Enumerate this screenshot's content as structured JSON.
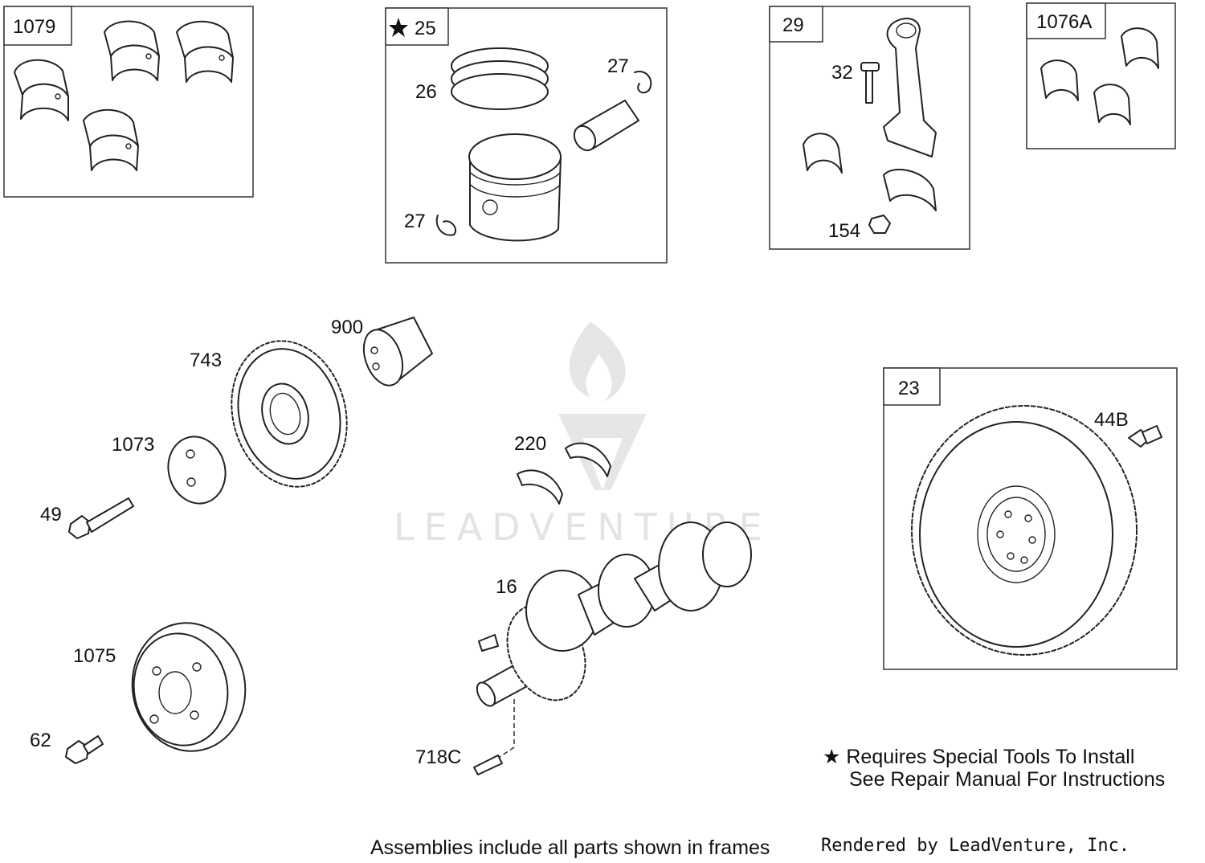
{
  "frames": {
    "f1079": "1079",
    "f25": "25",
    "f29": "29",
    "f1076a": "1076A",
    "f23": "23"
  },
  "callouts": {
    "p26": "26",
    "p27a": "27",
    "p27b": "27",
    "p32": "32",
    "p154": "154",
    "p900": "900",
    "p743": "743",
    "p1073": "1073",
    "p49": "49",
    "p220": "220",
    "p44b": "44B",
    "p16": "16",
    "p1075": "1075",
    "p62": "62",
    "p718c": "718C"
  },
  "watermark": {
    "text": "LEADVENTURE"
  },
  "notes": {
    "special_tools_line1": "Requires Special Tools To Install",
    "special_tools_line2": "See Repair Manual For Instructions",
    "assemblies": "Assemblies include all parts shown in frames",
    "rendered_by": "Rendered by LeadVenture, Inc."
  },
  "icons": {
    "special_tools_marker": "star-icon"
  }
}
